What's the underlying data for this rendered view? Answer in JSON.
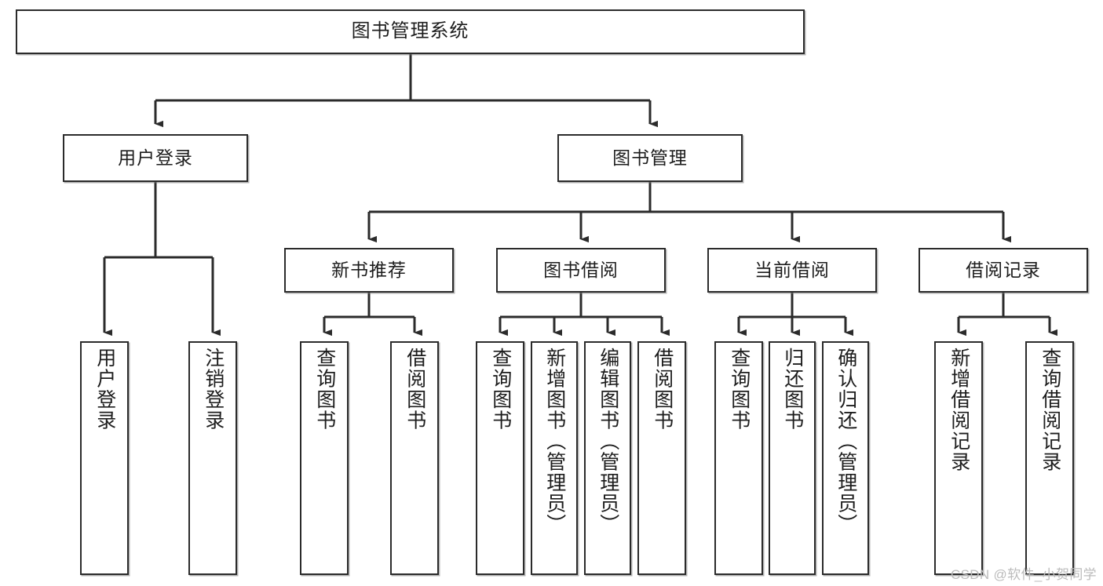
{
  "diagram": {
    "title": "图书管理系统",
    "type": "tree-hierarchy-diagram",
    "colors": {
      "box_border": "#2b2b2b",
      "box_fill": "#ffffff",
      "connector": "#2b2b2b",
      "text": "#1d1d1d",
      "watermark": "#bcbcbc",
      "canvas": "#ffffff"
    },
    "root": {
      "label": "图书管理系统"
    },
    "level2": [
      {
        "label": "用户登录"
      },
      {
        "label": "图书管理"
      }
    ],
    "level3": [
      {
        "label": "新书推荐"
      },
      {
        "label": "图书借阅"
      },
      {
        "label": "当前借阅"
      },
      {
        "label": "借阅记录"
      }
    ],
    "leaves": [
      {
        "label": "用户登录",
        "parent": "用户登录"
      },
      {
        "label": "注销登录",
        "parent": "用户登录"
      },
      {
        "label": "查询图书",
        "parent": "新书推荐"
      },
      {
        "label": "借阅图书",
        "parent": "新书推荐"
      },
      {
        "label": "查询图书",
        "parent": "图书借阅"
      },
      {
        "label": "新增图书（管理员）",
        "parent": "图书借阅"
      },
      {
        "label": "编辑图书（管理员）",
        "parent": "图书借阅"
      },
      {
        "label": "借阅图书",
        "parent": "图书借阅"
      },
      {
        "label": "查询图书",
        "parent": "当前借阅"
      },
      {
        "label": "归还图书",
        "parent": "当前借阅"
      },
      {
        "label": "确认归还（管理员）",
        "parent": "当前借阅"
      },
      {
        "label": "新增借阅记录",
        "parent": "借阅记录"
      },
      {
        "label": "查询借阅记录",
        "parent": "借阅记录"
      }
    ],
    "watermark": "CSDN @软件_小贺同学"
  }
}
